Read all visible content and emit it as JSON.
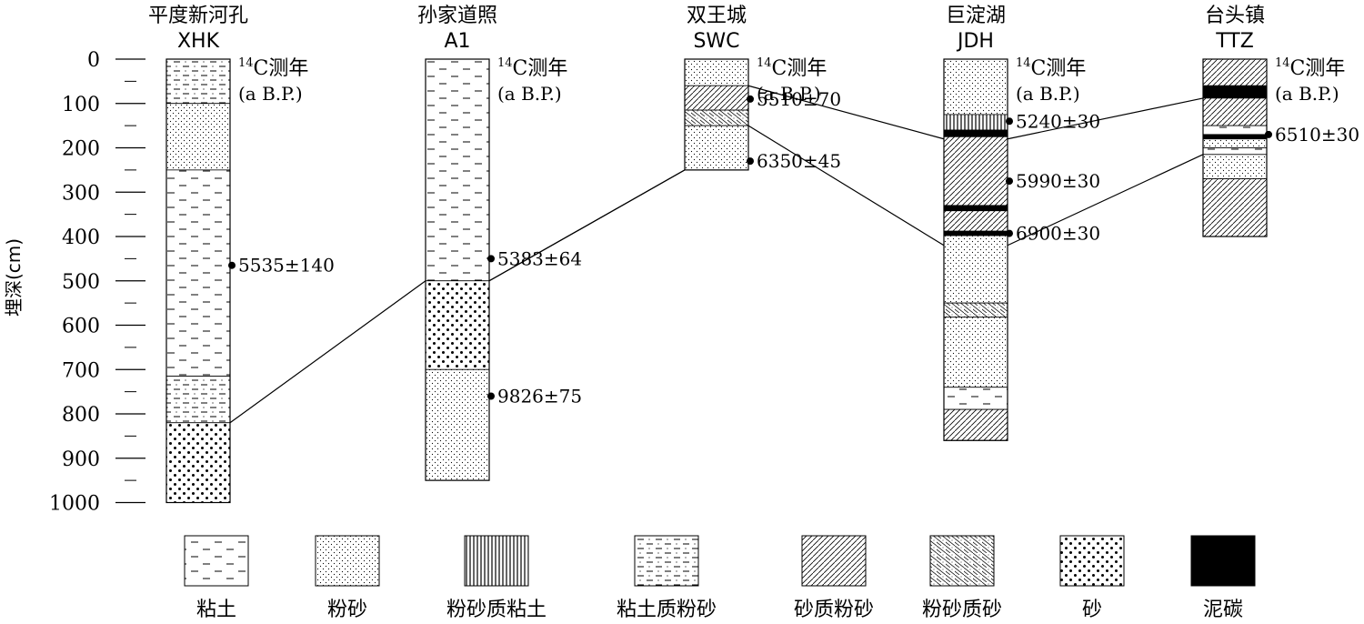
{
  "axis": {
    "label": "埋深(cm)",
    "ticks": [
      "0",
      "100",
      "200",
      "300",
      "400",
      "500",
      "600",
      "700",
      "800",
      "900",
      "1000"
    ]
  },
  "c14_label": {
    "sup": "14",
    "main": "C测年",
    "sub": "(a B.P.)"
  },
  "columns": [
    {
      "id": "xhk",
      "name": "平度新河孔",
      "code": "XHK",
      "depth_cm": 1000,
      "layers": [
        {
          "from": 0,
          "to": 100,
          "litho": "clayey-silt"
        },
        {
          "from": 100,
          "to": 250,
          "litho": "silt"
        },
        {
          "from": 250,
          "to": 715,
          "litho": "clay"
        },
        {
          "from": 715,
          "to": 820,
          "litho": "clayey-silt"
        },
        {
          "from": 820,
          "to": 1000,
          "litho": "sand"
        }
      ],
      "dates": [
        {
          "depth": 465,
          "label": "5535±140"
        }
      ]
    },
    {
      "id": "a1",
      "name": "孙家道照",
      "code": "A1",
      "depth_cm": 950,
      "layers": [
        {
          "from": 0,
          "to": 500,
          "litho": "clay"
        },
        {
          "from": 500,
          "to": 700,
          "litho": "sand"
        },
        {
          "from": 700,
          "to": 950,
          "litho": "silt"
        }
      ],
      "dates": [
        {
          "depth": 450,
          "label": "5383±64"
        },
        {
          "depth": 760,
          "label": "9826±75"
        }
      ]
    },
    {
      "id": "swc",
      "name": "双王城",
      "code": "SWC",
      "depth_cm": 250,
      "layers": [
        {
          "from": 0,
          "to": 60,
          "litho": "silt"
        },
        {
          "from": 60,
          "to": 115,
          "litho": "sandy-silt"
        },
        {
          "from": 115,
          "to": 150,
          "litho": "silty-sand"
        },
        {
          "from": 150,
          "to": 250,
          "litho": "silt"
        }
      ],
      "dates": [
        {
          "depth": 90,
          "label": "5510±70"
        },
        {
          "depth": 230,
          "label": "6350±45"
        }
      ]
    },
    {
      "id": "jdh",
      "name": "巨淀湖",
      "code": "JDH",
      "depth_cm": 860,
      "layers": [
        {
          "from": 0,
          "to": 125,
          "litho": "silt"
        },
        {
          "from": 125,
          "to": 160,
          "litho": "silty-clay"
        },
        {
          "from": 160,
          "to": 175,
          "litho": "peat"
        },
        {
          "from": 175,
          "to": 330,
          "litho": "sandy-silt"
        },
        {
          "from": 330,
          "to": 342,
          "litho": "peat"
        },
        {
          "from": 342,
          "to": 388,
          "litho": "sandy-silt"
        },
        {
          "from": 388,
          "to": 398,
          "litho": "peat"
        },
        {
          "from": 398,
          "to": 550,
          "litho": "silt"
        },
        {
          "from": 550,
          "to": 582,
          "litho": "silty-sand"
        },
        {
          "from": 582,
          "to": 740,
          "litho": "silt"
        },
        {
          "from": 740,
          "to": 790,
          "litho": "clay"
        },
        {
          "from": 790,
          "to": 860,
          "litho": "sandy-silt"
        }
      ],
      "dates": [
        {
          "depth": 140,
          "label": "5240±30"
        },
        {
          "depth": 275,
          "label": "5990±30"
        },
        {
          "depth": 393,
          "label": "6900±30"
        }
      ]
    },
    {
      "id": "ttz",
      "name": "台头镇",
      "code": "TTZ",
      "depth_cm": 400,
      "layers": [
        {
          "from": 0,
          "to": 60,
          "litho": "sandy-silt"
        },
        {
          "from": 60,
          "to": 88,
          "litho": "peat"
        },
        {
          "from": 88,
          "to": 150,
          "litho": "sandy-silt"
        },
        {
          "from": 150,
          "to": 170,
          "litho": "clay"
        },
        {
          "from": 170,
          "to": 180,
          "litho": "peat"
        },
        {
          "from": 180,
          "to": 200,
          "litho": "silt"
        },
        {
          "from": 200,
          "to": 215,
          "litho": "clay"
        },
        {
          "from": 215,
          "to": 270,
          "litho": "silt"
        },
        {
          "from": 270,
          "to": 400,
          "litho": "sandy-silt"
        }
      ],
      "dates": [
        {
          "depth": 170,
          "label": "6510±30"
        }
      ]
    }
  ],
  "correlations": [
    [
      {
        "col": "xhk",
        "depth": 820
      },
      {
        "col": "a1",
        "depth": 500
      },
      {
        "col": "swc",
        "depth": 250
      }
    ],
    [
      {
        "col": "a1",
        "depth": 500
      },
      {
        "col": "swc",
        "depth": 250
      }
    ],
    [
      {
        "col": "swc",
        "depth": 60
      },
      {
        "col": "jdh",
        "depth": 180
      },
      {
        "col": "ttz",
        "depth": 88
      }
    ],
    [
      {
        "col": "swc",
        "depth": 150
      },
      {
        "col": "jdh",
        "depth": 420
      },
      {
        "col": "ttz",
        "depth": 215
      }
    ]
  ],
  "legend": [
    {
      "key": "clay",
      "label": "粘土"
    },
    {
      "key": "silt",
      "label": "粉砂"
    },
    {
      "key": "silty-clay",
      "label": "粉砂质粘土"
    },
    {
      "key": "clayey-silt",
      "label": "粘土质粉砂"
    },
    {
      "key": "sandy-silt",
      "label": "砂质粉砂"
    },
    {
      "key": "silty-sand",
      "label": "粉砂质砂"
    },
    {
      "key": "sand",
      "label": "砂"
    },
    {
      "key": "peat",
      "label": "泥碳"
    }
  ]
}
